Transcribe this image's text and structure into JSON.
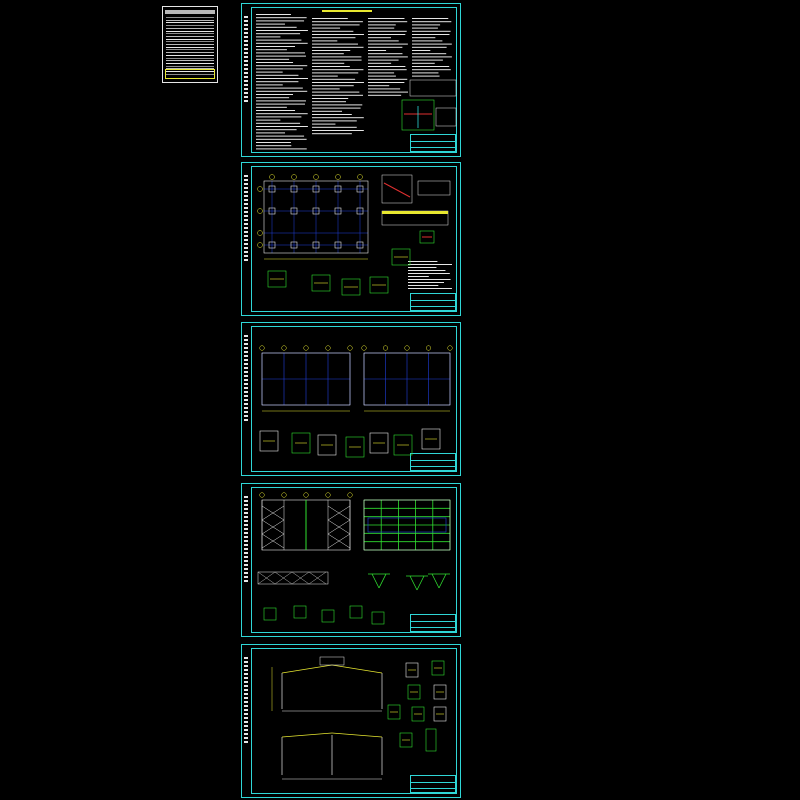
{
  "drawing_set": {
    "sheet_count": 5,
    "index_table": {
      "has_index": true
    },
    "sheets": [
      {
        "id": "s1",
        "content": "general-notes"
      },
      {
        "id": "s2",
        "content": "foundation-plan-and-details"
      },
      {
        "id": "s3",
        "content": "framing-plans"
      },
      {
        "id": "s4",
        "content": "bracing-plans"
      },
      {
        "id": "s5",
        "content": "frame-elevations-and-details"
      }
    ]
  },
  "colors": {
    "background": "#000000",
    "frame": "#2fd6d6",
    "grid": "#2040e0",
    "text": "#e6e6e6",
    "dimension": "#e8e830",
    "highlight_green": "#30e030",
    "highlight_red": "#e03030"
  }
}
